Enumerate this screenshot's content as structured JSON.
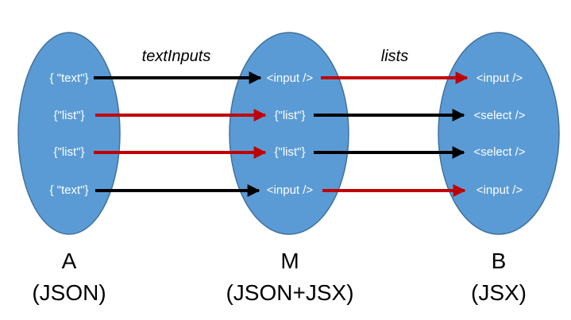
{
  "colors": {
    "set_fill": "#5b9bd5",
    "set_stroke": "#41719c",
    "black_arrow": "#000000",
    "red_arrow": "#c00000"
  },
  "edge_labels": {
    "a_to_m": "textInputs",
    "m_to_b": "lists"
  },
  "sets": [
    {
      "id": "A",
      "name": "A",
      "subtitle": "(JSON)",
      "items": [
        "{ \"text\"}",
        "{\"list\"}",
        "{\"list\"}",
        "{ \"text\"}"
      ]
    },
    {
      "id": "M",
      "name": "M",
      "subtitle": "(JSON+JSX)",
      "items": [
        "<input />",
        "{\"list\"}",
        "{\"list\"}",
        "<input />"
      ]
    },
    {
      "id": "B",
      "name": "B",
      "subtitle": "(JSX)",
      "items": [
        "<input />",
        "<select />",
        "<select />",
        "<input />"
      ]
    }
  ],
  "arrows": [
    {
      "from": "A",
      "to": "M",
      "row": 0,
      "color": "black"
    },
    {
      "from": "A",
      "to": "M",
      "row": 1,
      "color": "red"
    },
    {
      "from": "A",
      "to": "M",
      "row": 2,
      "color": "red"
    },
    {
      "from": "A",
      "to": "M",
      "row": 3,
      "color": "black"
    },
    {
      "from": "M",
      "to": "B",
      "row": 0,
      "color": "red"
    },
    {
      "from": "M",
      "to": "B",
      "row": 1,
      "color": "black"
    },
    {
      "from": "M",
      "to": "B",
      "row": 2,
      "color": "black"
    },
    {
      "from": "M",
      "to": "B",
      "row": 3,
      "color": "red"
    }
  ]
}
